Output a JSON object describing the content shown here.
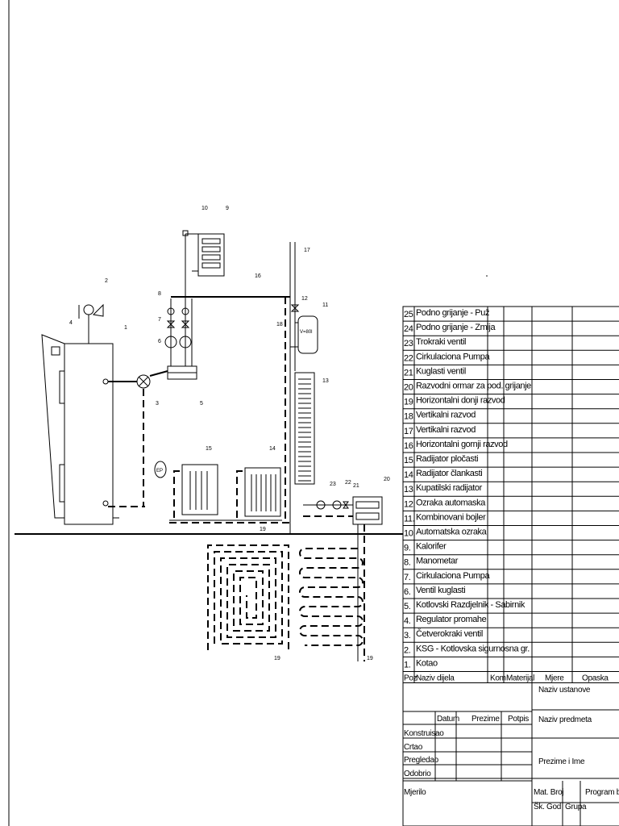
{
  "parts_list": [
    {
      "no": "25.",
      "name": "Podno grijanje - Puž"
    },
    {
      "no": "24.",
      "name": "Podno grijanje - Zmija"
    },
    {
      "no": "23.",
      "name": "Trokraki ventil"
    },
    {
      "no": "22.",
      "name": "Cirkulaciona Pumpa"
    },
    {
      "no": "21.",
      "name": "Kuglasti ventil"
    },
    {
      "no": "20.",
      "name": "Razvodni ormar za pod. grijanje"
    },
    {
      "no": "19.",
      "name": "Horizontalni donji razvod"
    },
    {
      "no": "18.",
      "name": "Vertikalni razvod"
    },
    {
      "no": "17.",
      "name": "Vertikalni razvod"
    },
    {
      "no": "16.",
      "name": "Horizontalni gornji razvod"
    },
    {
      "no": "15.",
      "name": "Radijator pločasti"
    },
    {
      "no": "14.",
      "name": "Radijator člankasti"
    },
    {
      "no": "13.",
      "name": "Kupatilski radijator"
    },
    {
      "no": "12.",
      "name": "Ozraka automaska"
    },
    {
      "no": "11.",
      "name": "Kombinovani bojler"
    },
    {
      "no": "10.",
      "name": "Automatska ozraka"
    },
    {
      "no": "9.",
      "name": "Kalorifer"
    },
    {
      "no": "8.",
      "name": "Manometar"
    },
    {
      "no": "7.",
      "name": "Cirkulaciona Pumpa"
    },
    {
      "no": "6.",
      "name": "Ventil kuglasti"
    },
    {
      "no": "5.",
      "name": "Kotlovski Razdjelnik - Sabirnik"
    },
    {
      "no": "4.",
      "name": "Regulator promahe"
    },
    {
      "no": "3.",
      "name": "Četverokraki ventil"
    },
    {
      "no": "2.",
      "name": "KSG - Kotlovska sigurnosna gr."
    },
    {
      "no": "1.",
      "name": "Kotao"
    }
  ],
  "table_header": {
    "poz": "Poz",
    "naziv": "Naziv dijela",
    "kom": "Kom",
    "materijal": "Materijal",
    "mjere": "Mjere",
    "opaska": "Opaska"
  },
  "title_block": {
    "naziv_ustanove": "Naziv ustanove",
    "naziv_predmeta": "Naziv predmeta",
    "prezime_i_ime": "Prezime i Ime",
    "datum": "Datum",
    "prezime": "Prezime",
    "potpis": "Potpis",
    "rows": [
      "Konstruisao",
      "Crtao",
      "Pregledao",
      "Odobrio"
    ],
    "mjerilo": "Mjerilo",
    "mat_broj": "Mat. Broj",
    "program_br": "Program br",
    "sk_god": "Šk. God",
    "grupa": "Grupa"
  },
  "callouts": [
    "1",
    "2",
    "3",
    "4",
    "5",
    "6",
    "7",
    "8",
    "9",
    "10",
    "11",
    "12",
    "13",
    "14",
    "15",
    "16",
    "17",
    "18",
    "19",
    "19",
    "19",
    "20",
    "21",
    "22",
    "23"
  ],
  "boiler_label": "V=80l",
  "pressure_label": "EP"
}
